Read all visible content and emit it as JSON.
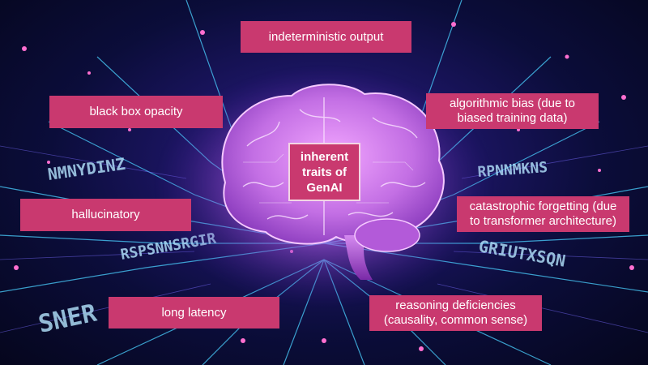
{
  "center": {
    "text": "inherent\ntraits of\nGenAI"
  },
  "traits": [
    {
      "id": "indeterministic",
      "text": "indeterministic output"
    },
    {
      "id": "black-box",
      "text": "black box opacity"
    },
    {
      "id": "bias",
      "text": "algorithmic bias (due to\nbiased training data)"
    },
    {
      "id": "hallucinatory",
      "text": "hallucinatory"
    },
    {
      "id": "forgetting",
      "text": "catastrophic forgetting (due\nto transformer architecture)"
    },
    {
      "id": "latency",
      "text": "long latency"
    },
    {
      "id": "reasoning",
      "text": "reasoning deficiencies\n(causality, common sense)"
    }
  ],
  "colors": {
    "label_fill": "#c9396f",
    "brain": "#c77ae8",
    "circuit": "#4ad0ff"
  },
  "background_letters": {
    "left_row_1": "NMNYDINZ",
    "left_row_2": "RSPSNNSRGIR",
    "left_row_3": "SNER",
    "right_row_1": "RPNNMKNS",
    "right_row_2": "GRIUTXSQN"
  }
}
